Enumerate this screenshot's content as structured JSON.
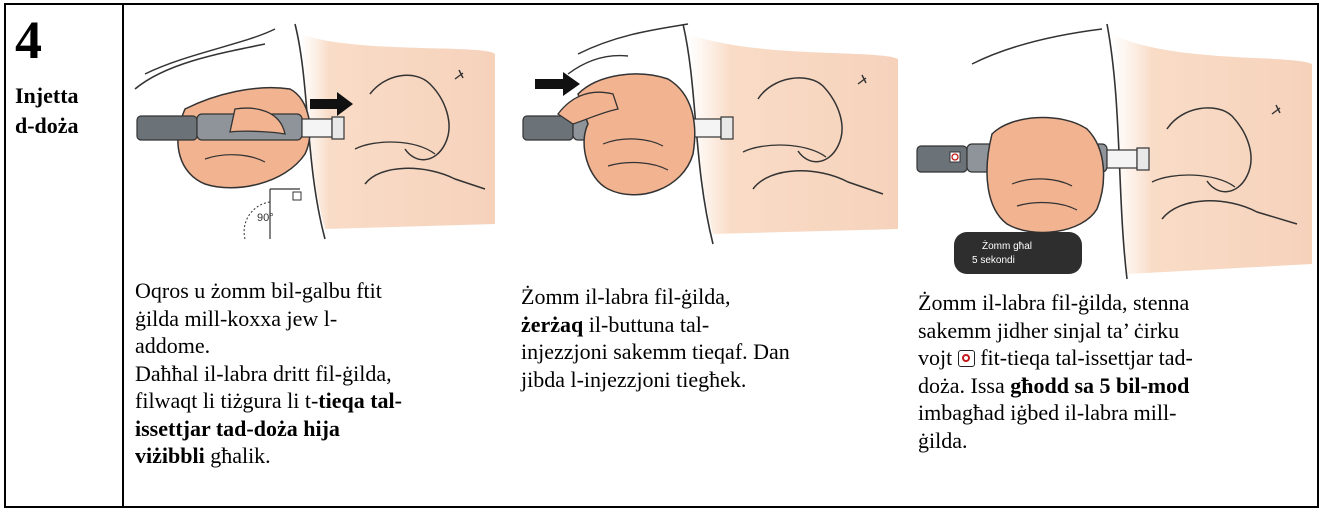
{
  "step": {
    "number": "4",
    "title_line1": "Injetta",
    "title_line2": "d-doża"
  },
  "panels": [
    {
      "angle_label": "90°",
      "lines": [
        [
          {
            "t": "Oqros u żomm bil-galbu ftit"
          }
        ],
        [
          {
            "t": "ġilda mill-koxxa jew l-"
          }
        ],
        [
          {
            "t": "addome."
          }
        ],
        [
          {
            "t": "Daħħal il-labra dritt fil-ġilda,"
          }
        ],
        [
          {
            "t": "filwaqt li tiżgura li t-"
          },
          {
            "t": "tieqa tal-",
            "b": true
          }
        ],
        [
          {
            "t": "issettjar tad-doża hija",
            "b": true
          }
        ],
        [
          {
            "t": "viżibbli",
            "b": true
          },
          {
            "t": " għalik."
          }
        ]
      ]
    },
    {
      "lines": [
        [
          {
            "t": "Żomm il-labra fil-ġilda,"
          }
        ],
        [
          {
            "t": "żerżaq",
            "b": true
          },
          {
            "t": " il-buttuna tal-"
          }
        ],
        [
          {
            "t": "injezzjoni sakemm tieqaf. Dan"
          }
        ],
        [
          {
            "t": "jibda l-injezzjoni tiegħek."
          }
        ]
      ]
    },
    {
      "badge_line1": "Żomm għal",
      "badge_line2": "5 sekondi",
      "lines": [
        [
          {
            "t": "Żomm il-labra fil-ġilda, stenna"
          }
        ],
        [
          {
            "t": "sakemm jidher sinjal ta’ ċirku"
          }
        ],
        [
          {
            "t": "vojt "
          },
          {
            "icon": "dose-window-circle-icon"
          },
          {
            "t": " fit-tieqa tal-issettjar tad-"
          }
        ],
        [
          {
            "t": "doża. Issa "
          },
          {
            "t": "għodd sa 5 bil-mod",
            "b": true
          }
        ],
        [
          {
            "t": "imbagħad iġbed il-labra mill-"
          }
        ],
        [
          {
            "t": "ġilda."
          }
        ]
      ]
    }
  ]
}
